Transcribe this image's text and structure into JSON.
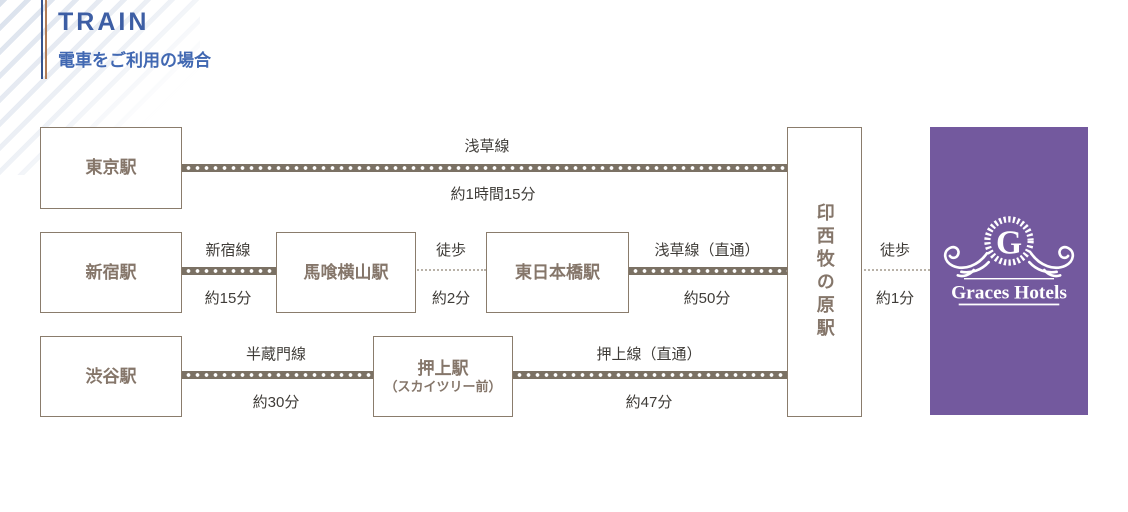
{
  "header": {
    "title": "TRAIN",
    "subtitle": "電車をご利用の場合"
  },
  "stations": {
    "tokyo": "東京駅",
    "shinjuku": "新宿駅",
    "bakuroyokoyama": "馬喰横山駅",
    "higashinihombashi": "東日本橋駅",
    "shibuya": "渋谷駅",
    "oshiage_name": "押上駅",
    "oshiage_sub": "（スカイツリー前）",
    "inzaimakinohara": "印西牧の原駅"
  },
  "segments": [
    {
      "line": "浅草線",
      "time": "約1時間15分",
      "mode": "rail",
      "from": "tokyo",
      "to": "inzaimakinohara"
    },
    {
      "line": "新宿線",
      "time": "約15分",
      "mode": "rail",
      "from": "shinjuku",
      "to": "bakuroyokoyama"
    },
    {
      "line": "徒歩",
      "time": "約2分",
      "mode": "walk",
      "from": "bakuroyokoyama",
      "to": "higashinihombashi"
    },
    {
      "line": "浅草線（直通）",
      "time": "約50分",
      "mode": "rail",
      "from": "higashinihombashi",
      "to": "inzaimakinohara"
    },
    {
      "line": "半蔵門線",
      "time": "約30分",
      "mode": "rail",
      "from": "shibuya",
      "to": "oshiage"
    },
    {
      "line": "押上線（直通）",
      "time": "約47分",
      "mode": "rail",
      "from": "oshiage",
      "to": "inzaimakinohara"
    },
    {
      "line": "徒歩",
      "time": "約1分",
      "mode": "walk",
      "from": "inzaimakinohara",
      "to": "hotel"
    }
  ],
  "hotel": {
    "name": "Graces Hotels",
    "initial": "G"
  },
  "colors": {
    "accent_blue": "#3d5ea4",
    "subtitle_blue": "#4168b2",
    "accent_brown": "#b07c57",
    "station_brown": "#85766a",
    "rail_brown": "#7b7164",
    "walk_dot_gray": "#b9b2a8",
    "hotel_purple": "#73599e",
    "label_dark": "#3f3c38"
  }
}
